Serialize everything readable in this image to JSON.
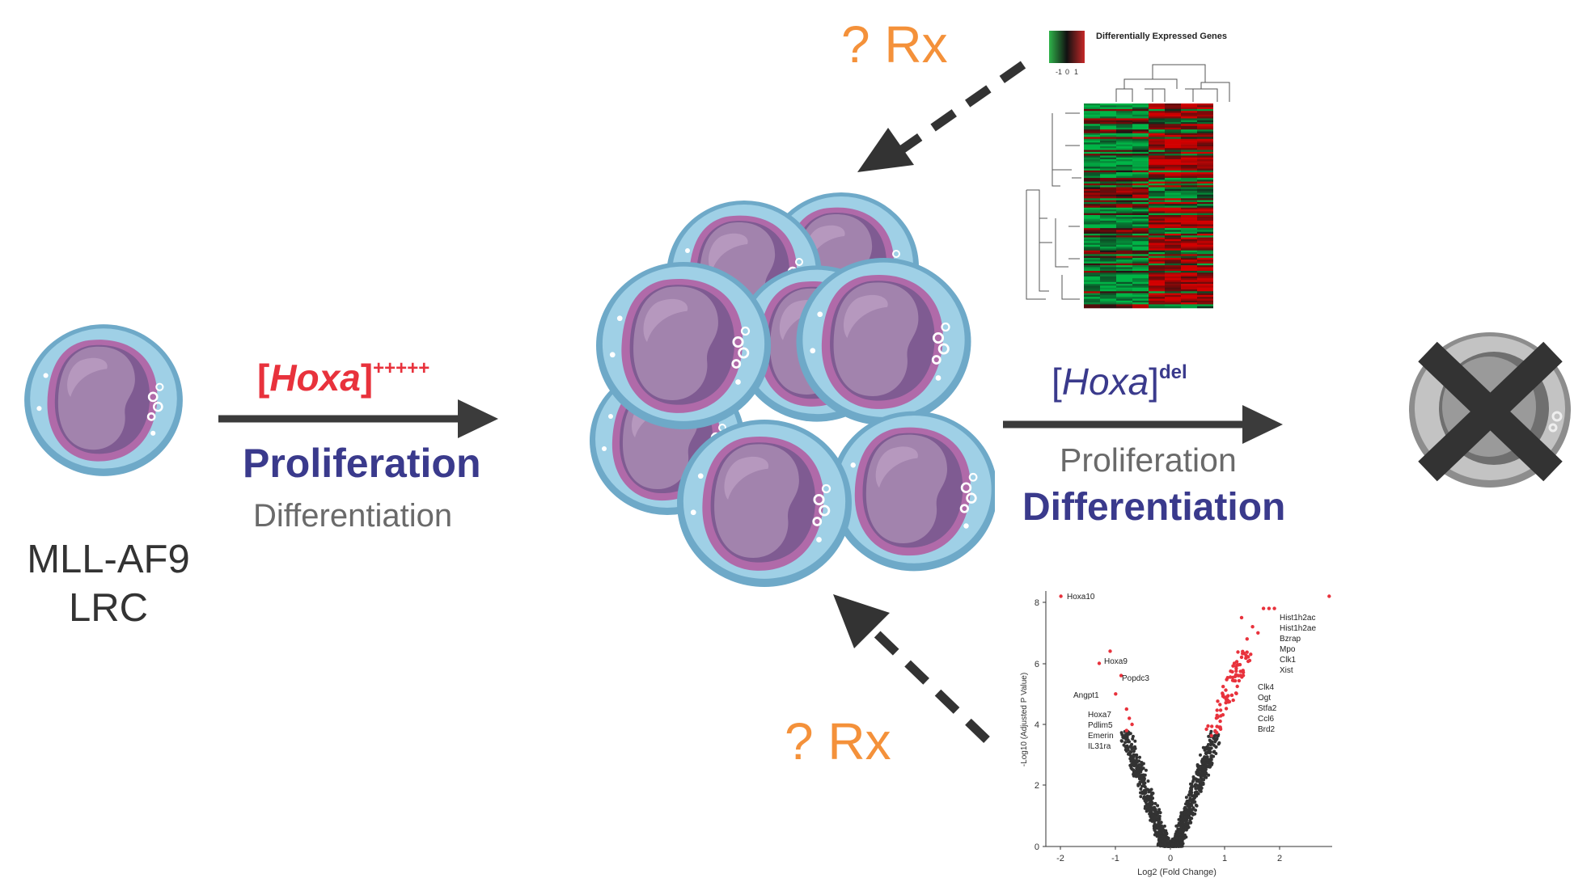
{
  "left_cell": {
    "label_line1": "MLL-AF9",
    "label_line2": "LRC"
  },
  "left_arrow": {
    "bracket_open": "[",
    "gene": "Hoxa",
    "bracket_close": "]",
    "superscript": "+++++",
    "primary": "Proliferation",
    "secondary": "Differentiation"
  },
  "right_arrow": {
    "bracket_open": "[",
    "gene": "Hoxa",
    "bracket_close": "]",
    "superscript": "del",
    "secondary": "Proliferation",
    "primary": "Differentiation"
  },
  "rx_top": "? Rx",
  "rx_bottom": "? Rx",
  "heatmap": {
    "title": "Differentially Expressed Genes",
    "scale_ticks": [
      "-1",
      "0",
      "1"
    ]
  },
  "volcano": {
    "xlabel": "Log2 (Fold Change)",
    "ylabel": "-Log10 (Adjusted P Value)",
    "x_ticks": [
      "-2",
      "-1",
      "0",
      "1",
      "2"
    ],
    "y_ticks": [
      "0",
      "2",
      "4",
      "6",
      "8"
    ],
    "gene_labels": {
      "hoxa10": "Hoxa10",
      "hoxa9": "Hoxa9",
      "popdc3": "Popdc3",
      "angpt1": "Angpt1",
      "down_list": [
        "Hoxa7",
        "Pdlim5",
        "Emerin",
        "IL31ra"
      ],
      "up_list_top": [
        "Hist1h2ac",
        "Hist1h2ae",
        "Bzrap",
        "Mpo",
        "Clk1",
        "Xist"
      ],
      "up_list_mid": [
        "Clk4",
        "Ogt",
        "Stfa2",
        "Ccl6",
        "Brd2"
      ]
    }
  },
  "colors": {
    "hoxa_red": "#e8323c",
    "hoxa_blue": "#3a3a8c",
    "rx_orange": "#f4913a",
    "arrow": "#3b3b3b",
    "cell_blue": "#8fc4de",
    "nucleus_purple": "#9b7ba6",
    "heat_green": "#2fb34a",
    "heat_red": "#c62828",
    "volcano_sig": "#e8323c",
    "volcano_ns": "#333333"
  },
  "icons": [
    "cell-icon",
    "cell-cluster-icon",
    "dead-cell-icon",
    "heatmap-icon",
    "volcano-plot-icon"
  ]
}
